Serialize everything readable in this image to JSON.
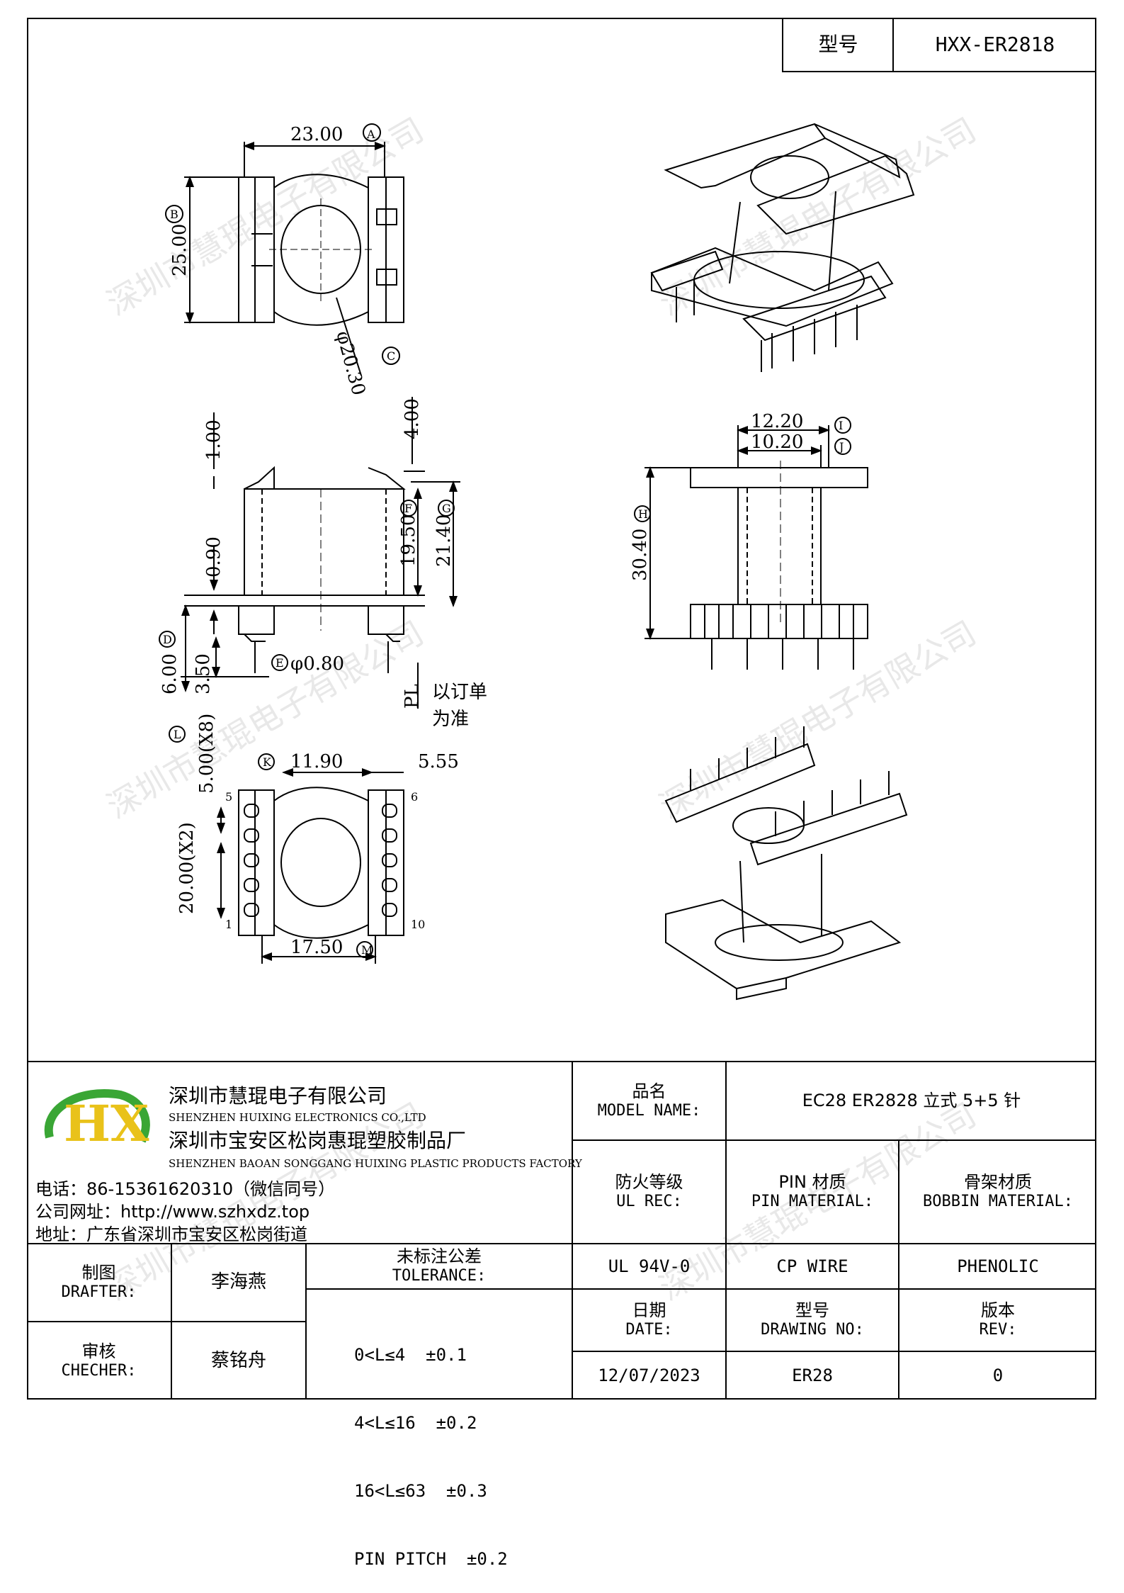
{
  "header": {
    "model_label": "型号",
    "model_value": "HXX-ER2818"
  },
  "dims": {
    "d23": "23.00",
    "d25": "25.00",
    "d2030": "φ20.30",
    "d100": "1.00",
    "d400": "4.00",
    "d090": "0.90",
    "d1950": "19.50",
    "d2140": "21.40",
    "d600": "6.00",
    "d350": "3.50",
    "d080": "φ0.80",
    "d1220": "12.20",
    "d1020": "10.20",
    "d3040": "30.40",
    "d500x8": "5.00(X8)",
    "d2000x2": "20.00(X2)",
    "d1190": "11.90",
    "d555": "5.55",
    "d1750": "17.50",
    "pl": "PL",
    "note1": "以订单",
    "note2": "为准",
    "pin5": "5",
    "pin6": "6",
    "pin1": "1",
    "pin10": "10",
    "tag_A": "A",
    "tag_B": "B",
    "tag_C": "C",
    "tag_D": "D",
    "tag_E": "E",
    "tag_F": "F",
    "tag_G": "G",
    "tag_H": "H",
    "tag_I": "I",
    "tag_J": "J",
    "tag_K": "K",
    "tag_L": "L",
    "tag_M": "M"
  },
  "company": {
    "logo_text": "HX",
    "name_cn": "深圳市慧琨电子有限公司",
    "name_en": "SHENZHEN HUIXING ELECTRONICS CO.,LTD",
    "factory_cn": "深圳市宝安区松岗惠琨塑胶制品厂",
    "factory_en": "SHENZHEN BAOAN SONGGANG HUIXING PLASTIC PRODUCTS FACTORY",
    "phone": "电话：86-15361620310（微信同号）",
    "website": "公司网址：http://www.szhxdz.top",
    "address": "地址：广东省深圳市宝安区松岗街道"
  },
  "title_block": {
    "model_name_cn": "品名",
    "model_name_en": "MODEL NAME:",
    "model_name_value": "EC28 ER2828 立式 5+5 针",
    "ul_cn": "防火等级",
    "ul_en": "UL REC:",
    "ul_value": "UL 94V-0",
    "pin_cn": "PIN 材质",
    "pin_en": "PIN MATERIAL:",
    "pin_value": "CP WIRE",
    "bobbin_cn": "骨架材质",
    "bobbin_en": "BOBBIN MATERIAL:",
    "bobbin_value": "PHENOLIC",
    "drafter_cn": "制图",
    "drafter_en": "DRAFTER:",
    "drafter_value": "李海燕",
    "checker_cn": "审核",
    "checker_en": "CHECHER:",
    "checker_value": "蔡铭舟",
    "tol_cn": "未标注公差",
    "tol_en": "TOLERANCE:",
    "tol_1": "0<L≤4  ±0.1",
    "tol_2": "4<L≤16  ±0.2",
    "tol_3": "16<L≤63  ±0.3",
    "tol_4": "PIN PITCH  ±0.2",
    "date_cn": "日期",
    "date_en": "DATE:",
    "date_value": "12/07/2023",
    "dwg_cn": "型号",
    "dwg_en": "DRAWING NO:",
    "dwg_value": "ER28",
    "rev_cn": "版本",
    "rev_en": "REV:",
    "rev_value": "0"
  },
  "watermark": "深圳市慧琨电子有限公司",
  "colors": {
    "logo_green": "#3aa635",
    "logo_yellow": "#e9c21a",
    "logo_blue": "#2a7fc1"
  }
}
